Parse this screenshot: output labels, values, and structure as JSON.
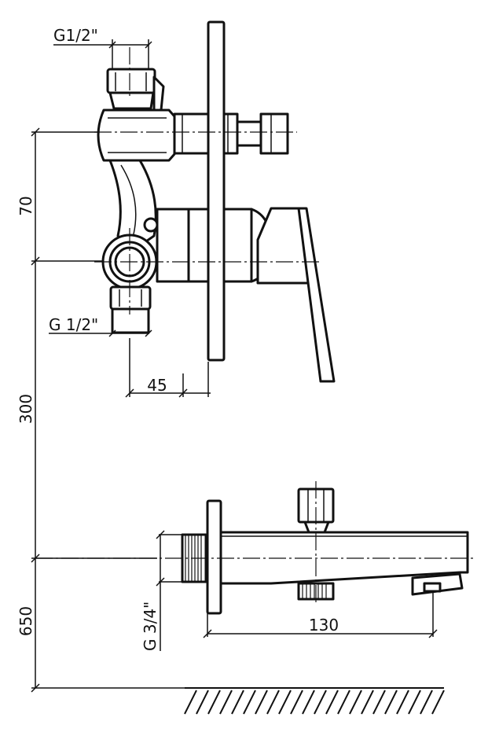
{
  "drawing": {
    "labels": {
      "thread_top": "G1/2\"",
      "thread_mid": "G 1/2\"",
      "thread_spout": "G 3/4\""
    },
    "dimensions": {
      "d70": "70",
      "d300": "300",
      "d650": "650",
      "d45": "45",
      "d130": "130"
    }
  }
}
